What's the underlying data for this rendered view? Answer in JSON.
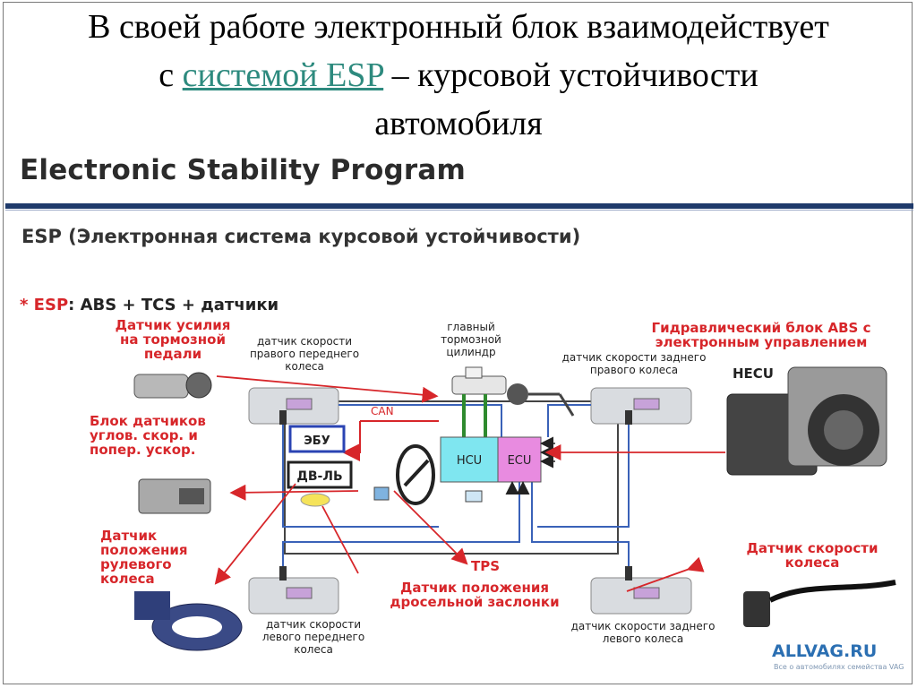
{
  "heading": {
    "line1": "В своей работе электронный блок взаимодействует",
    "line2_prefix": "с ",
    "line2_link": "системой ESP",
    "line2_suffix": " – курсовой устойчивости",
    "line3": "автомобиля"
  },
  "slide": {
    "title": "Electronic Stability Program",
    "subtitle": "ESP (Электронная система курсовой устойчивости)",
    "formula_star": "* ESP",
    "formula_rest": ": ABS + TCS + датчики"
  },
  "labels": {
    "pedal_sensor": [
      "Датчик усилия",
      "на тормозной",
      "педали"
    ],
    "sensor_block": [
      "Блок датчиков",
      "углов. скор. и",
      "попер. ускор."
    ],
    "steering_sensor": [
      "Датчик",
      "положения",
      "рулевого",
      "колеса"
    ],
    "hydraulic_block": [
      "Гидравлический блок ABS с",
      "электронным управлением"
    ],
    "hecu": "HECU",
    "wheel_speed_sensor": [
      "Датчик скорости",
      "колеса"
    ],
    "tps": "TPS",
    "throttle_sensor": [
      "Датчик положения",
      "дросельной заслонки"
    ],
    "front_right_speed": [
      "датчик скорости",
      "правого переднего",
      "колеса"
    ],
    "master_cylinder": [
      "главный",
      "тормозной",
      "цилиндр"
    ],
    "rear_right_speed": [
      "датчик скорости заднего",
      "правого колеса"
    ],
    "front_left_speed": [
      "датчик скорости",
      "левого переднего",
      "колеса"
    ],
    "rear_left_speed": [
      "датчик скорости заднего",
      "левого колеса"
    ],
    "can": "CAN",
    "ebu": "ЭБУ",
    "engine": "ДВ-ЛЬ",
    "hcu": "HCU",
    "ecu": "ECU"
  },
  "watermark": {
    "brand": "ALLVAG.RU",
    "tagline": "Все о автомобилях семейства VAG"
  },
  "colors": {
    "accent_red": "#d7262a",
    "link_teal": "#2d8a7e",
    "rule_navy": "#1f3a6b",
    "hcu_cyan": "#7fe6f0",
    "ecu_magenta": "#e88be0",
    "pipe_green": "#2e8a2e"
  }
}
